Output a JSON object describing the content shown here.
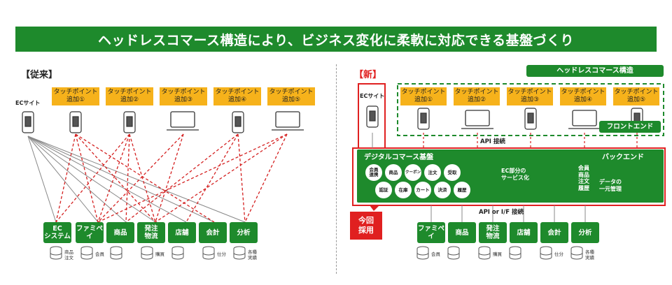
{
  "banner": {
    "title": "ヘッドレスコマース構造により、ビジネス変化に柔軟に対応できる基盤づくり"
  },
  "left": {
    "title": "【従来】",
    "ec_site": "ECサイト",
    "touchpoints": [
      "タッチポイント\n追加①",
      "タッチポイント\n追加②",
      "タッチポイント\n追加③",
      "タッチポイント\n追加④",
      "タッチポイント\n追加⑤"
    ],
    "systems": [
      "EC\nシステム",
      "ファミペイ",
      "商品",
      "発注\n物流",
      "店舗",
      "会計",
      "分析"
    ],
    "dbs": [
      "商品\n注文",
      "会員",
      "",
      "購買",
      "",
      "仕分",
      "各種\n実績"
    ]
  },
  "right": {
    "title": "【新】",
    "headless_label": "ヘッドレスコマース構造",
    "ec_site": "ECサイト",
    "touchpoints": [
      "タッチポイント\n追加①",
      "タッチポイント\n追加②",
      "タッチポイント\n追加③",
      "タッチポイント\n追加④",
      "タッチポイント\n追加⑤"
    ],
    "frontend": "フロントエンド",
    "api_connect": "API 接続",
    "platform": "デジタルコマース基盤",
    "backend": "バックエンド",
    "services": [
      "会員\n連携",
      "商品",
      "クーポン",
      "注文",
      "受取",
      "認証",
      "在庫",
      "カート",
      "決済",
      "履歴"
    ],
    "service_note": "EC部分の\nサービス化",
    "data_items": "会員\n商品\n注文\n履歴",
    "data_note": "データの\n一元管理",
    "api_if": "API or I/F 接続",
    "adopted": "今回\n採用",
    "systems": [
      "ファミペイ",
      "商品",
      "発注\n物流",
      "店舗",
      "会計",
      "分析"
    ],
    "dbs": [
      "会員",
      "",
      "購買",
      "",
      "仕分",
      "各種\n実績"
    ]
  },
  "colors": {
    "green": "#1e8a2c",
    "orange": "#f6b21b",
    "red": "#e02020"
  }
}
